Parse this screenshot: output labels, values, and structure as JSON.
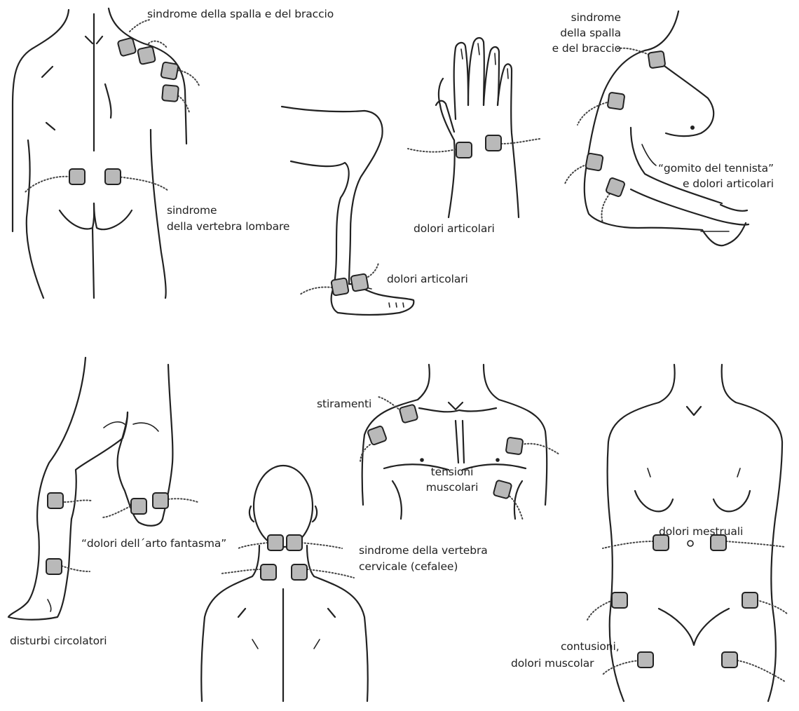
{
  "colors": {
    "line": "#222222",
    "electrode_fill": "#b9b9b9",
    "background": "#ffffff"
  },
  "labels": {
    "back_shoulder": "sindrome della spalla e del braccio",
    "lumbar_1": "sindrome",
    "lumbar_2": "della vertebra lombare",
    "hand_joint": "dolori articolari",
    "ankle_joint": "dolori articolari",
    "arm_shoulder_1": "sindrome",
    "arm_shoulder_2": "della spalla",
    "arm_shoulder_3": "e del braccio",
    "tennis_1": "“gomito del tennista”",
    "tennis_2": "e dolori articolari",
    "stiramenti": "stiramenti",
    "tensioni_1": "tensioni",
    "tensioni_2": "muscolari",
    "phantom": "“dolori dell´arto fantasma”",
    "cervical_1": "sindrome della vertebra",
    "cervical_2": "cervicale (cefalee)",
    "circulatory": "disturbi circolatori",
    "menstrual": "dolori mestruali",
    "contusions_1": "contusioni,",
    "contusions_2": "dolori muscolar"
  }
}
